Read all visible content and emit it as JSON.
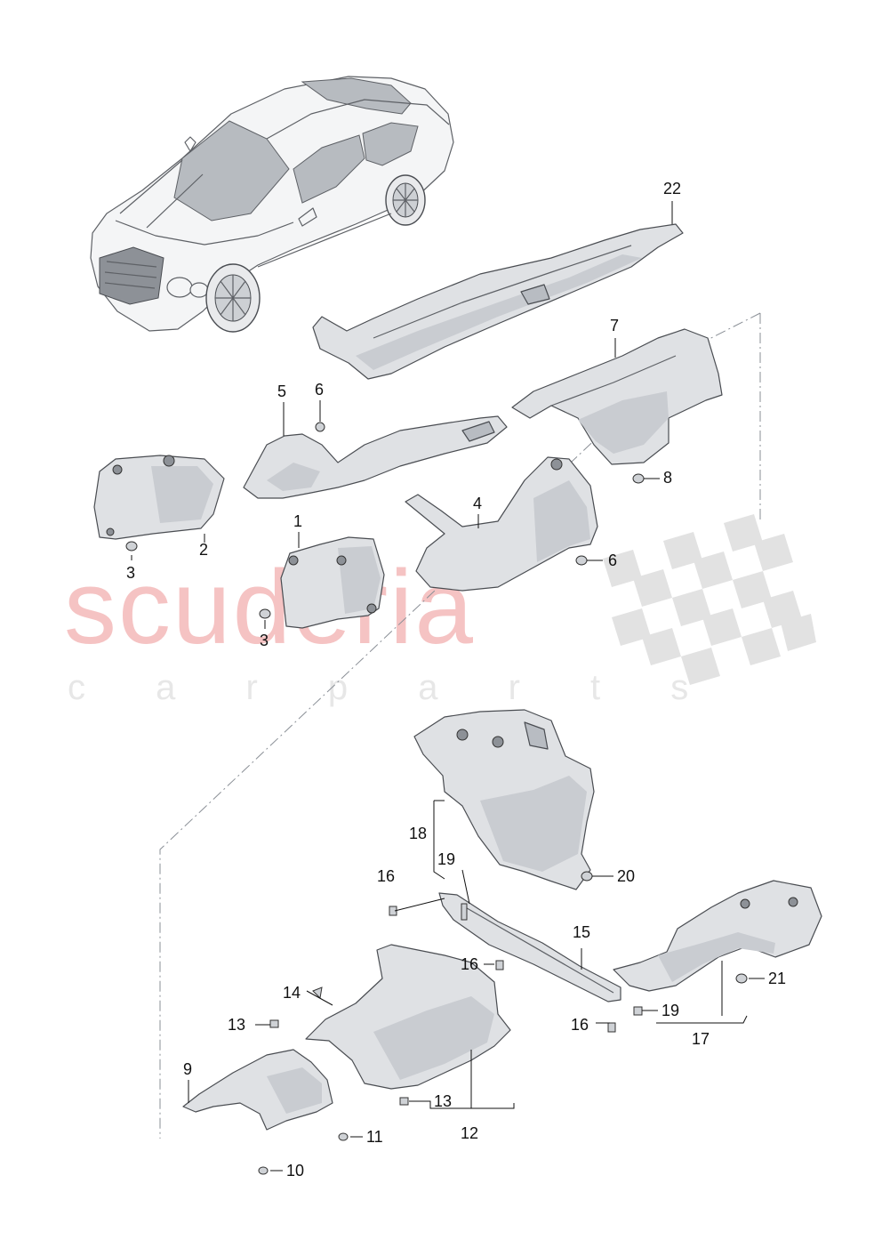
{
  "watermark": {
    "brand": "scuderia",
    "tagline": "c a r   p a r t s"
  },
  "callouts": {
    "c1": "1",
    "c2": "2",
    "c3a": "3",
    "c3b": "3",
    "c4": "4",
    "c5": "5",
    "c6a": "6",
    "c6b": "6",
    "c7": "7",
    "c8": "8",
    "c9": "9",
    "c10": "10",
    "c11": "11",
    "c12": "12",
    "c13a": "13",
    "c13b": "13",
    "c14": "14",
    "c15": "15",
    "c16a": "16",
    "c16b": "16",
    "c16c": "16",
    "c17": "17",
    "c18": "18",
    "c19a": "19",
    "c19b": "19",
    "c20": "20",
    "c21": "21",
    "c22": "22"
  },
  "colors": {
    "part_fill": "#dfe1e4",
    "part_outline": "#4a4d52",
    "watermark_red": "#f5c3c3",
    "watermark_grey": "#e7e7e7",
    "dashed_frame": "#8a8f96"
  }
}
